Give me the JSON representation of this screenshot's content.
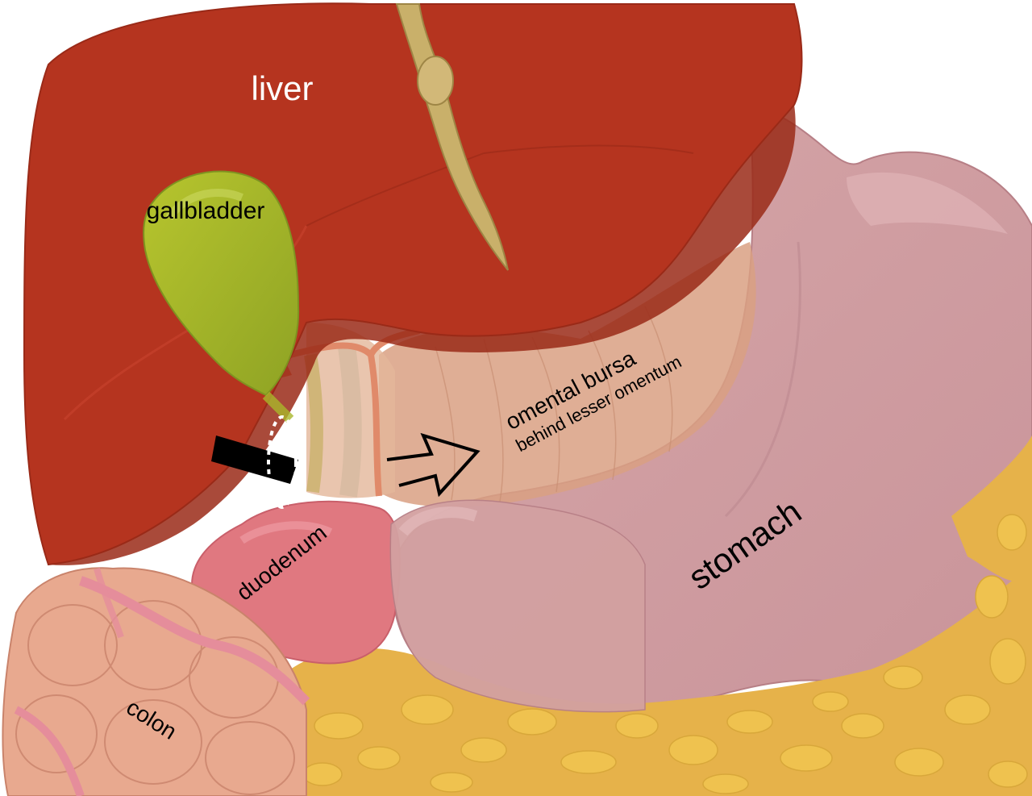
{
  "labels": {
    "liver": "liver",
    "gallbladder": "gallbladder",
    "omental_bursa": "omental bursa",
    "behind_lesser_omentum": "behind lesser omentum",
    "stomach": "stomach",
    "duodenum": "duodenum",
    "colon": "colon"
  },
  "colors": {
    "liver": "#b5341f",
    "liver_dark": "#9a2a18",
    "gallbladder": "#a9b72a",
    "stomach": "#d3a1a1",
    "stomach_dark": "#c28b91",
    "duodenum": "#e07880",
    "colon": "#e8a98f",
    "colon_band": "#e58d9b",
    "fat": "#efc24f",
    "ligament": "#c9b06a",
    "bursa": "#d9a083"
  },
  "icons": [
    "omental-foramen-marker-icon",
    "probe-bar-icon",
    "direction-arrow-icon"
  ]
}
